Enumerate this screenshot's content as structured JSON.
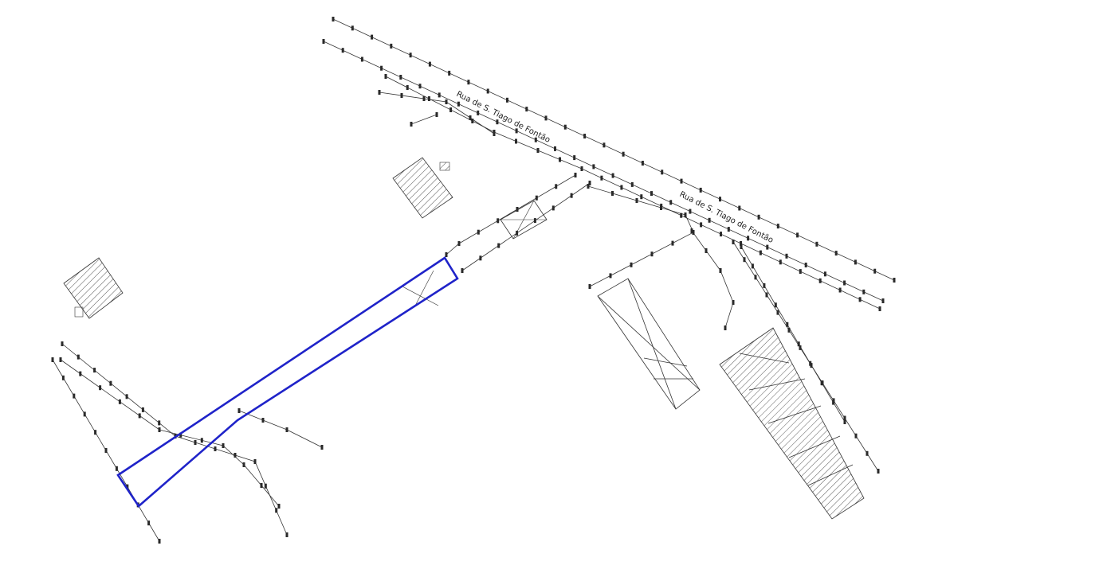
{
  "plan": {
    "street_labels": [
      {
        "id": "street-label-upper",
        "text": "Rua de S. Tiago de Fontão"
      },
      {
        "id": "street-label-lower",
        "text": "Rua de S. Tiago de Fontão"
      }
    ],
    "colors": {
      "background": "#ffffff",
      "linework": "#333333",
      "parcel_outline": "#1f23c9"
    }
  }
}
